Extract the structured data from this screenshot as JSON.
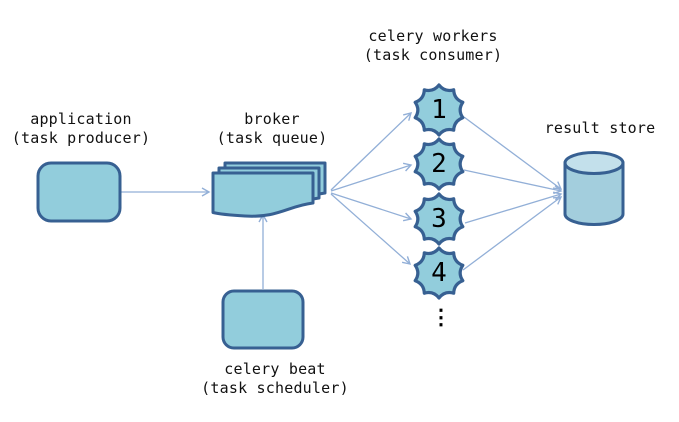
{
  "colors": {
    "shape_fill": "#92cddc",
    "shape_stroke": "#376092",
    "cylinder_body_fill": "#a3cedd",
    "cylinder_top_fill": "#c3e0eb",
    "arrow_color": "#92afd7",
    "text_color": "#111111"
  },
  "diagram": {
    "application": {
      "title": "application",
      "subtitle": "(task producer)"
    },
    "broker": {
      "title": "broker",
      "subtitle": "(task queue)"
    },
    "workers": {
      "title": "celery workers",
      "subtitle": "(task consumer)",
      "nodes": [
        "1",
        "2",
        "3",
        "4"
      ],
      "more_indicator": "⋮"
    },
    "result_store": {
      "title": "result store"
    },
    "celery_beat": {
      "title": "celery beat",
      "subtitle": "(task scheduler)"
    }
  }
}
